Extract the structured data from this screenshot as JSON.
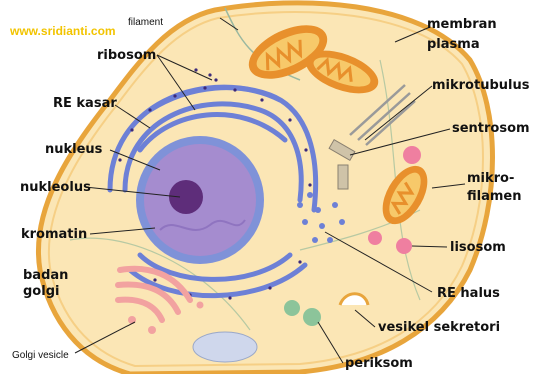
{
  "watermark": "www.sridianti.com",
  "labels": {
    "filament": "filament",
    "ribosom": "ribosom",
    "re_kasar": "RE kasar",
    "nukleus": "nukleus",
    "nukleolus": "nukleolus",
    "kromatin": "kromatin",
    "badan_golgi_1": "badan",
    "badan_golgi_2": "golgi",
    "golgi_vesicle": "Golgi vesicle",
    "membran_plasma_1": "membran",
    "membran_plasma_2": "plasma",
    "mikrotubulus": "mikrotubulus",
    "sentrosom": "sentrosom",
    "mikrofilamen_1": "mikro-",
    "mikrofilamen_2": "filamen",
    "lisosom": "lisosom",
    "re_halus": "RE halus",
    "vesikel_sekretori": "vesikel sekretori",
    "periksom": "periksom"
  },
  "colors": {
    "cytoplasm": "#fbe6b5",
    "membrane": "#e8a53c",
    "nucleus_envelope": "#7f92d8",
    "nucleoplasm": "#a58ccf",
    "nucleolus": "#5e2d7a",
    "er": "#6d80d6",
    "mitochondria": "#e8902c",
    "golgi": "#f2a2a0",
    "lysosome": "#ef7fa0",
    "peroxisome": "#8cc49a"
  }
}
